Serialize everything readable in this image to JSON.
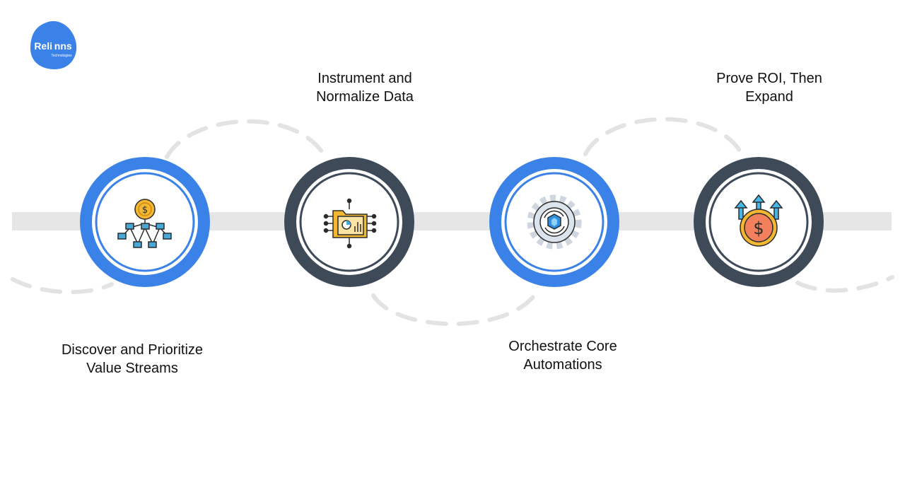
{
  "brand": {
    "name": "Reli nns",
    "tagline": "Technologies",
    "color": "#3b82e8"
  },
  "colors": {
    "blue": "#3b82e8",
    "dark": "#3f4a59",
    "track": "#e6e6e6",
    "dash": "#e3e3e3",
    "gold": "#f4b731",
    "cyan": "#45b6e6"
  },
  "steps": [
    {
      "id": "discover",
      "lines": [
        "Discover and Prioritize",
        "Value Streams"
      ],
      "ring": "blue",
      "icon": "value-stream-icon"
    },
    {
      "id": "instrument",
      "lines": [
        "Instrument and",
        "Normalize Data"
      ],
      "ring": "dark",
      "icon": "data-folder-icon"
    },
    {
      "id": "orchestrate",
      "lines": [
        "Orchestrate Core",
        "Automations"
      ],
      "ring": "blue",
      "icon": "automation-gear-icon"
    },
    {
      "id": "prove",
      "lines": [
        "Prove ROI, Then",
        "Expand"
      ],
      "ring": "dark",
      "icon": "roi-growth-icon"
    }
  ]
}
